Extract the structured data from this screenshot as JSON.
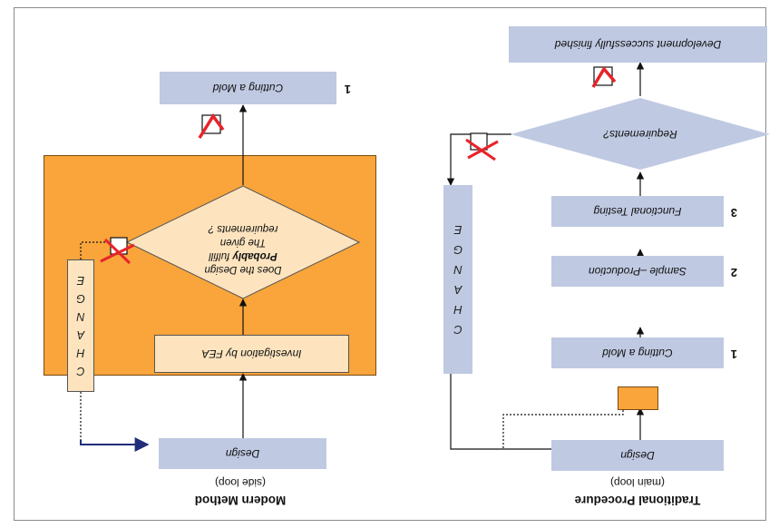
{
  "traditional": {
    "title": "Traditional Procedure",
    "subtitle": "(main loop)",
    "design": "Design",
    "step1": "Cutting a Mold",
    "step2": "Sample –Production",
    "step3": "Functional Testing",
    "decision": "Requirements?",
    "finished": "Development successfully finished",
    "num1": "1",
    "num2": "2",
    "num3": "3",
    "change_letters": [
      "C",
      "H",
      "A",
      "N",
      "G",
      "E"
    ]
  },
  "modern": {
    "title": "Modern Method",
    "subtitle": "(side loop)",
    "design": "Design",
    "fea": "Investigation  by  FEA",
    "decision_line1": "Does the Design",
    "decision_bold": "Probably",
    "decision_line2": "fulfill",
    "decision_line3": "The given",
    "decision_line4": "requirements ?",
    "result": "Cutting a Mold",
    "num1": "1",
    "change_letters": [
      "C",
      "H",
      "A",
      "N",
      "G",
      "E"
    ]
  },
  "colors": {
    "box_blue": "#bfc9e2",
    "orange": "#f9a53b",
    "orange_light": "#fde4bf",
    "fail_red": "#e8232a"
  },
  "icons": [
    "crossed-box-icon",
    "check-box-icon"
  ]
}
